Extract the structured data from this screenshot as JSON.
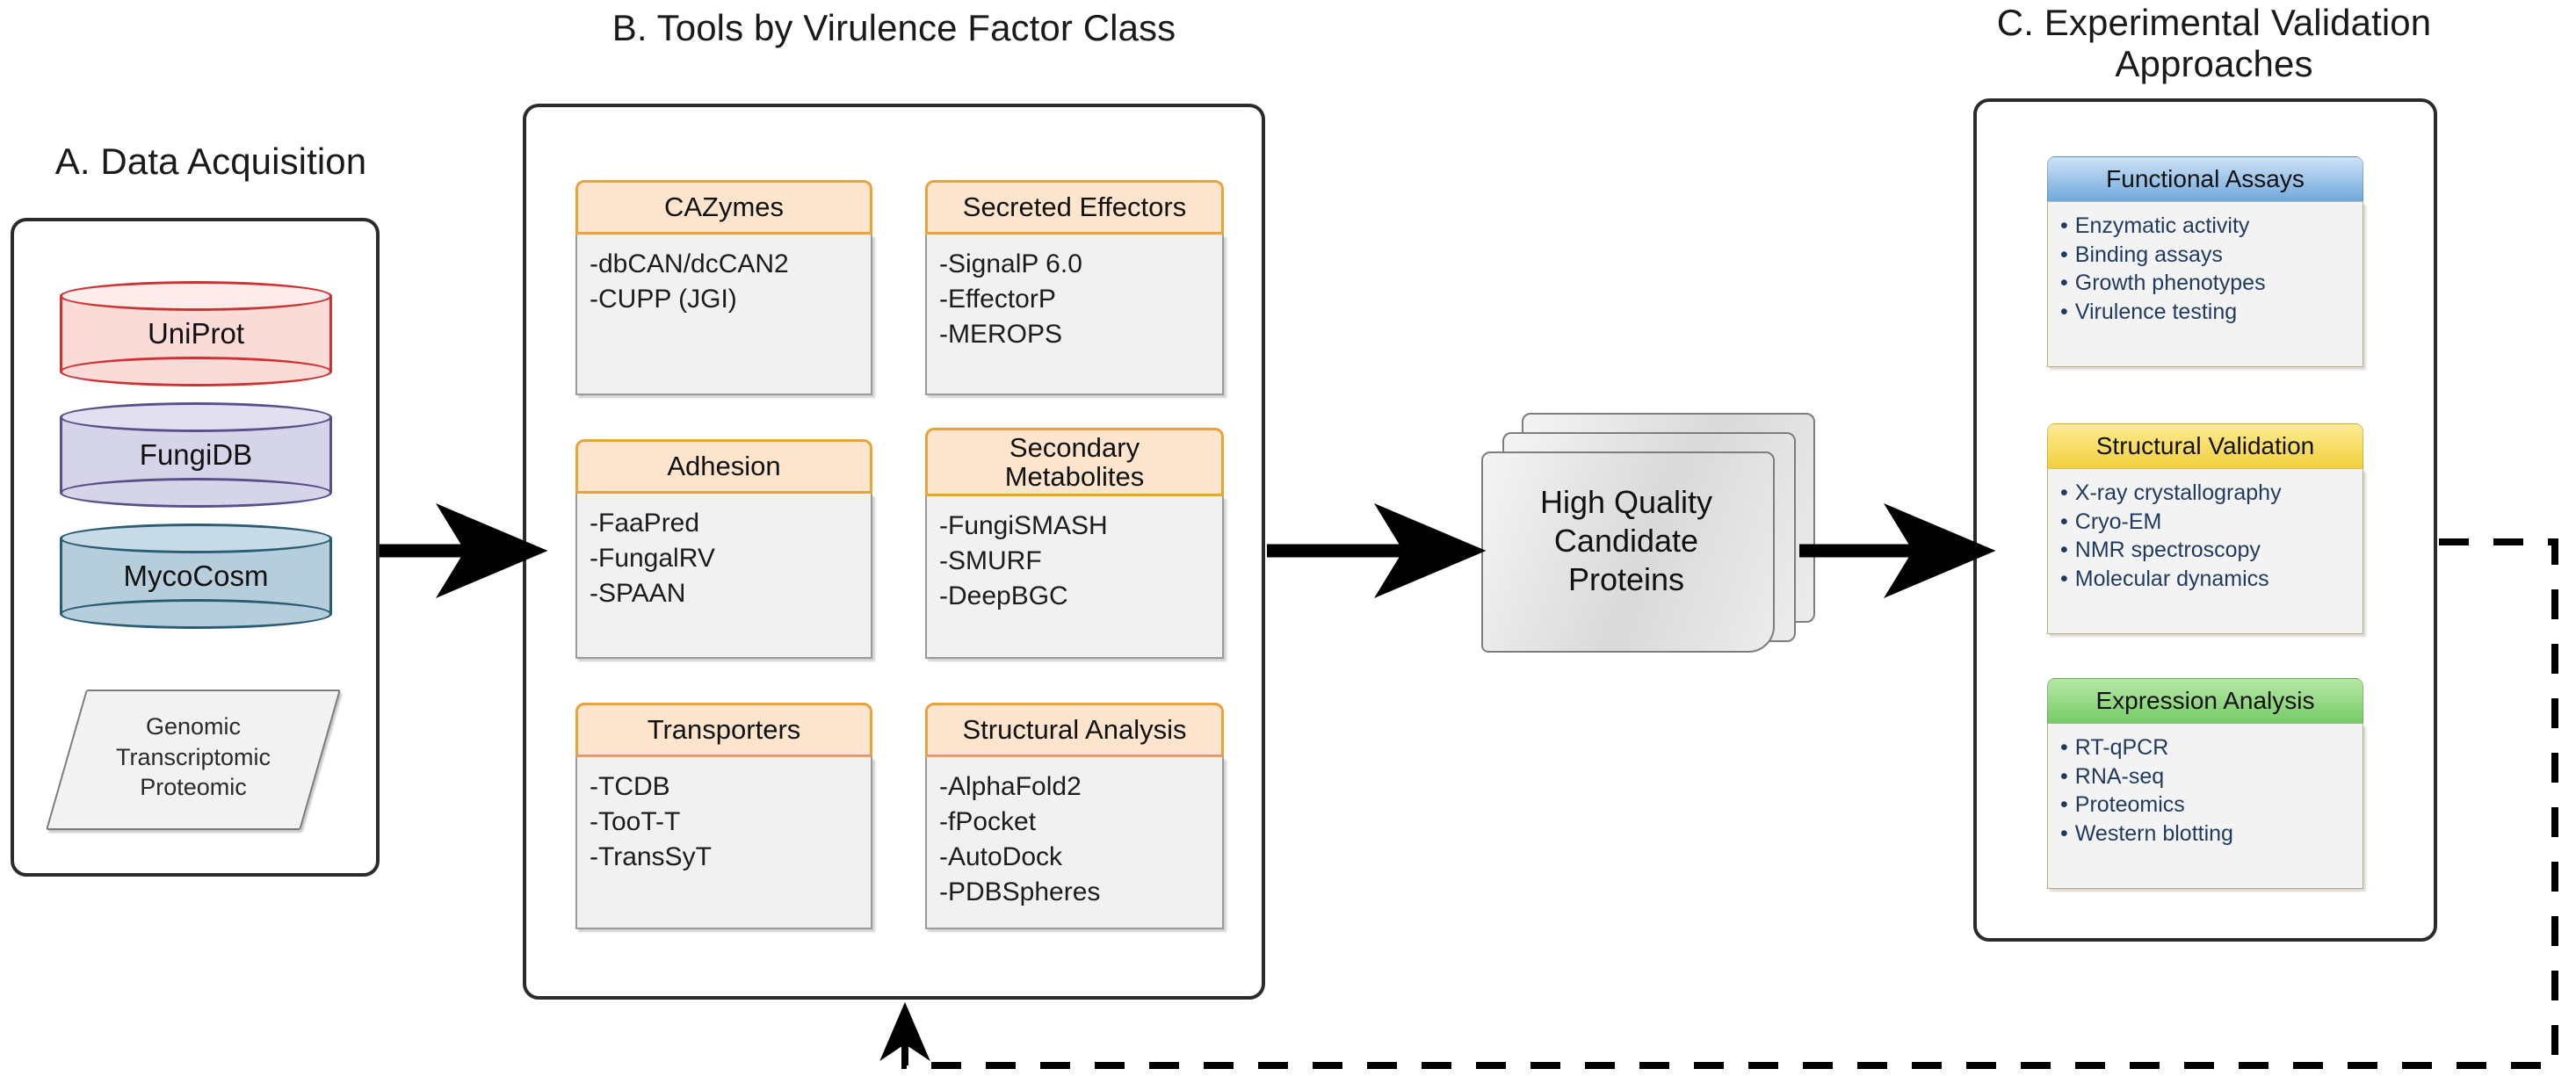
{
  "panels": {
    "a": {
      "title": "A. Data Acquisition",
      "databases": [
        {
          "name": "UniProt",
          "fill": "#fadbd8",
          "stroke": "#cc3333"
        },
        {
          "name": "FungiDB",
          "fill": "#d6d4e9",
          "stroke": "#5b4f8a"
        },
        {
          "name": "MycoCosm",
          "fill": "#b6cddb",
          "stroke": "#2c5c74"
        }
      ],
      "data_types": "Genomic\nTranscriptomic\nProteomic"
    },
    "b": {
      "title": "B. Tools by Virulence Factor Class",
      "cards": [
        {
          "header": "CAZymes",
          "items": [
            "-dbCAN/dcCAN2",
            "-CUPP (JGI)"
          ]
        },
        {
          "header": "Secreted Effectors",
          "items": [
            "-SignalP 6.0",
            "-EffectorP",
            "-MEROPS"
          ]
        },
        {
          "header": "Adhesion",
          "items": [
            "-FaaPred",
            "-FungalRV",
            "-SPAAN"
          ]
        },
        {
          "header": "Secondary\nMetabolites",
          "items": [
            "-FungiSMASH",
            "-SMURF",
            "-DeepBGC"
          ]
        },
        {
          "header": "Transporters",
          "items": [
            "-TCDB",
            "-TooT-T",
            "-TransSyT"
          ]
        },
        {
          "header": "Structural Analysis",
          "items": [
            "-AlphaFold2",
            "-fPocket",
            "-AutoDock",
            "-PDBSpheres"
          ]
        }
      ]
    },
    "c": {
      "title": "C. Experimental Validation\nApproaches",
      "cards": [
        {
          "header": "Functional Assays",
          "style": "blue",
          "items": [
            "Enzymatic activity",
            "Binding assays",
            "Growth phenotypes",
            "Virulence testing"
          ]
        },
        {
          "header": "Structural Validation",
          "style": "yellow",
          "items": [
            "X-ray crystallography",
            "Cryo-EM",
            "NMR spectroscopy",
            "Molecular dynamics"
          ]
        },
        {
          "header": "Expression Analysis",
          "style": "green",
          "items": [
            "RT-qPCR",
            "RNA-seq",
            "Proteomics",
            "Western blotting"
          ]
        }
      ]
    }
  },
  "artifact": {
    "label": "High Quality\nCandidate\nProteins"
  },
  "colors": {
    "card_header_fill": "#fce5cc",
    "card_header_border": "#e8a33d",
    "card_body_fill": "#f1f1f1",
    "panel_border": "#2b2b2b",
    "arrow": "#000000",
    "bullet_text": "#1f3a5f"
  }
}
